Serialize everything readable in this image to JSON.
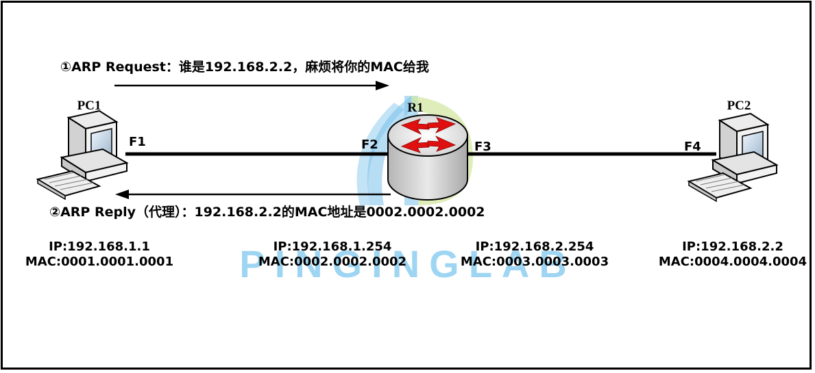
{
  "watermark": {
    "text": "PINGINGLAB",
    "color": "#7ec8ee",
    "logo_colors": [
      "#63b6e8",
      "#cfe59a"
    ]
  },
  "arrows": {
    "request_text": "①ARP Request：谁是192.168.2.2，麻烦将你的MAC给我",
    "reply_text": "②ARP Reply（代理）：192.168.2.2的MAC地址是0002.0002.0002"
  },
  "devices": {
    "pc1": {
      "name": "PC1",
      "port": "F1",
      "ip": "IP:192.168.1.1",
      "mac": "MAC:0001.0001.0001"
    },
    "r1": {
      "name": "R1",
      "left_port": "F2",
      "right_port": "F3",
      "left_ip": "IP:192.168.1.254",
      "left_mac": "MAC:0002.0002.0002",
      "right_ip": "IP:192.168.2.254",
      "right_mac": "MAC:0003.0003.0003"
    },
    "pc2": {
      "name": "PC2",
      "port": "F4",
      "ip": "IP:192.168.2.2",
      "mac": "MAC:0004.0004.0004"
    }
  },
  "colors": {
    "line": "#000000",
    "router_arrows": "#e01010",
    "router_body": "#d9d9d9"
  }
}
